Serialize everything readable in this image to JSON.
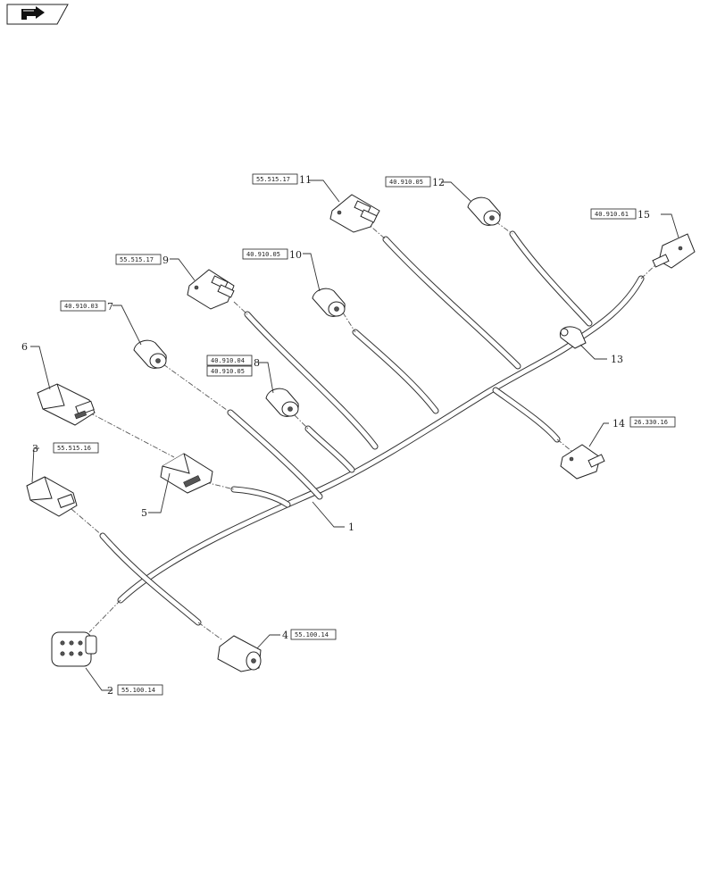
{
  "navigation": {
    "icon": "arrow-right-hand-icon"
  },
  "callouts": [
    {
      "id": "1",
      "label": "1",
      "ref": ""
    },
    {
      "id": "2",
      "label": "2",
      "ref": "55.100.14"
    },
    {
      "id": "3",
      "label": "3",
      "ref": "55.515.16"
    },
    {
      "id": "4",
      "label": "4",
      "ref": "55.100.14"
    },
    {
      "id": "5",
      "label": "5",
      "ref": ""
    },
    {
      "id": "6",
      "label": "6",
      "ref": ""
    },
    {
      "id": "7",
      "label": "7",
      "ref": "40.910.03"
    },
    {
      "id": "8",
      "label": "8",
      "ref": "40.910.04",
      "ref2": "40.910.05"
    },
    {
      "id": "9",
      "label": "9",
      "ref": "55.515.17"
    },
    {
      "id": "10",
      "label": "10",
      "ref": "40.910.05"
    },
    {
      "id": "11",
      "label": "11",
      "ref": "55.515.17"
    },
    {
      "id": "12",
      "label": "12",
      "ref": "40.910.05"
    },
    {
      "id": "13",
      "label": "13",
      "ref": ""
    },
    {
      "id": "14",
      "label": "14",
      "ref": "26.330.16"
    },
    {
      "id": "15",
      "label": "15",
      "ref": "40.910.61"
    }
  ]
}
